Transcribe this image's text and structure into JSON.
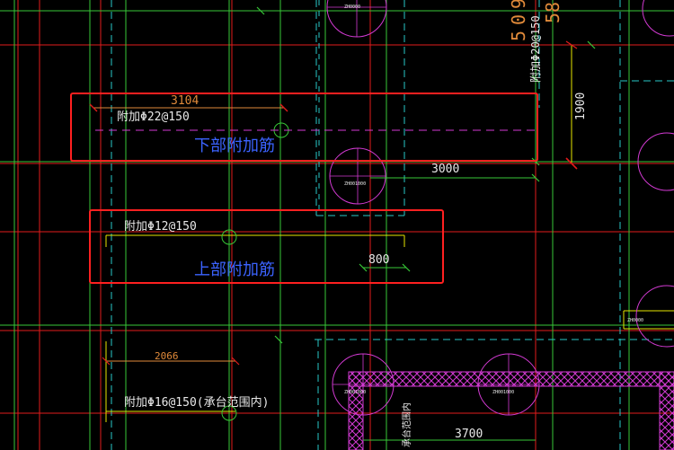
{
  "colors": {
    "background": "#000000",
    "red": "#e21b1b",
    "green": "#37c837",
    "yellow": "#e6e600",
    "cyan": "#28c8c8",
    "magenta": "#d23ad2",
    "blue_label": "#3b63ff",
    "white": "#e8e8e8",
    "orange_dim": "#e08a3a"
  },
  "drawing": {
    "rebar_labels": {
      "top_left": "附加Φ22@150",
      "middle": "附加Φ12@150",
      "bottom": "附加Φ16@150(承台范围内)",
      "vertical_right": "附加Φ20@150"
    },
    "dimensions": {
      "d3104": "3104",
      "d3000": "3000",
      "d1900": "1900",
      "d800": "800",
      "d2066": "2066",
      "d3700": "3700",
      "d5": "5",
      "d0": "0",
      "d9": "9",
      "d58": "58"
    },
    "pile_tag": "ZH001000",
    "pile_tag_small": "ZH0000",
    "vertical_small_label": "承台范围内"
  },
  "callouts": [
    {
      "label": "下部附加筋"
    },
    {
      "label": "上部附加筋"
    }
  ]
}
